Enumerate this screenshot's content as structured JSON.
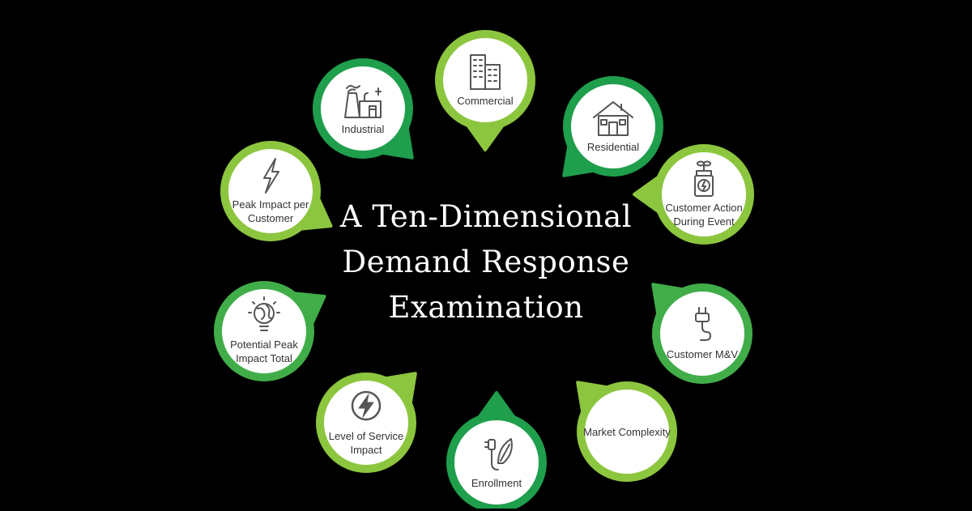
{
  "title": {
    "lines": [
      "A Ten-Dimensional",
      "Demand Response",
      "Examination"
    ]
  },
  "colors": {
    "background": "#000000",
    "dark_green": "#1f9e4c",
    "mid_green": "#41ad49",
    "lime_green": "#8cc63f",
    "circle_fill": "#ffffff",
    "text": "#333333",
    "icon_stroke": "#555555"
  },
  "dimensions": [
    {
      "label": "Commercial",
      "icon": "office-building-icon",
      "color": "lime"
    },
    {
      "label": "Residential",
      "icon": "house-icon",
      "color": "dark"
    },
    {
      "label": "Customer Action During Event",
      "icon": "thermostat-device-icon",
      "color": "lime"
    },
    {
      "label": "Customer M&V",
      "icon": "plug-icon",
      "color": "mid"
    },
    {
      "label": "Market Complexity",
      "icon": "",
      "color": "lime"
    },
    {
      "label": "Enrollment",
      "icon": "eco-plug-leaf-icon",
      "color": "dark"
    },
    {
      "label": "Level of Service Impact",
      "icon": "lightning-circle-icon",
      "color": "lime"
    },
    {
      "label": "Potential Peak Impact Total",
      "icon": "globe-lightbulb-icon",
      "color": "mid"
    },
    {
      "label": "Peak Impact per Customer",
      "icon": "lightning-bolt-icon",
      "color": "lime"
    },
    {
      "label": "Industrial",
      "icon": "factory-icon",
      "color": "dark"
    }
  ]
}
